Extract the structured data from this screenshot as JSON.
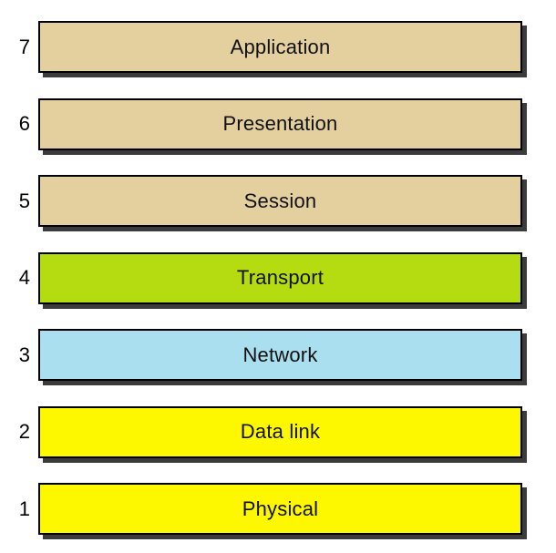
{
  "colors": {
    "upper_layer": "#e4d09e",
    "transport_layer": "#b5db11",
    "network_layer": "#a9dfef",
    "lower_layer": "#fdf800",
    "border": "#000000",
    "shadow": "#3b3b3b",
    "background": "#ffffff"
  },
  "layers": [
    {
      "number": "7",
      "label": "Application",
      "color": "#e4d09e"
    },
    {
      "number": "6",
      "label": "Presentation",
      "color": "#e4d09e"
    },
    {
      "number": "5",
      "label": "Session",
      "color": "#e4d09e"
    },
    {
      "number": "4",
      "label": "Transport",
      "color": "#b5db11"
    },
    {
      "number": "3",
      "label": "Network",
      "color": "#a9dfef"
    },
    {
      "number": "2",
      "label": "Data link",
      "color": "#fdf800"
    },
    {
      "number": "1",
      "label": "Physical",
      "color": "#fdf800"
    }
  ]
}
